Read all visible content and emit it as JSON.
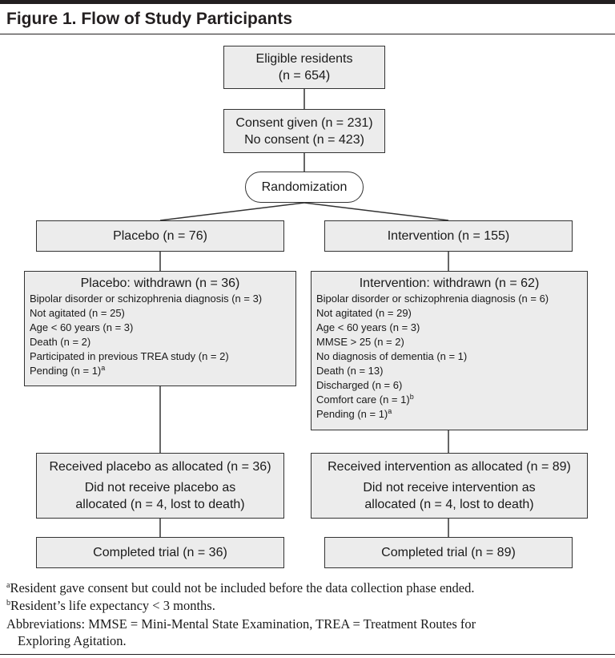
{
  "figure_title": "Figure 1. Flow of Study Participants",
  "eligible": {
    "line1": "Eligible residents",
    "line2": "(n = 654)"
  },
  "consent": {
    "line1": "Consent given (n = 231)",
    "line2": "No consent (n = 423)"
  },
  "randomization": "Randomization",
  "placebo": {
    "arm": "Placebo (n = 76)",
    "withdrawn_title": "Placebo: withdrawn (n = 36)",
    "withdrawn_items": [
      {
        "text": "Bipolar disorder or schizophrenia diagnosis (n = 3)",
        "sup": ""
      },
      {
        "text": "Not agitated (n = 25)",
        "sup": ""
      },
      {
        "text": "Age < 60 years (n = 3)",
        "sup": ""
      },
      {
        "text": "Death (n = 2)",
        "sup": ""
      },
      {
        "text": "Participated in previous TREA study (n = 2)",
        "sup": ""
      },
      {
        "text": "Pending (n = 1)",
        "sup": "a"
      }
    ],
    "received": "Received placebo as allocated (n = 36)",
    "not_received_1": "Did not receive placebo as",
    "not_received_2": "allocated (n = 4, lost to death)",
    "completed": "Completed trial (n = 36)"
  },
  "intervention": {
    "arm": "Intervention (n = 155)",
    "withdrawn_title": "Intervention: withdrawn (n = 62)",
    "withdrawn_items": [
      {
        "text": "Bipolar disorder or schizophrenia diagnosis (n = 6)",
        "sup": ""
      },
      {
        "text": "Not agitated (n = 29)",
        "sup": ""
      },
      {
        "text": "Age < 60 years (n = 3)",
        "sup": ""
      },
      {
        "text": "MMSE > 25 (n = 2)",
        "sup": ""
      },
      {
        "text": "No diagnosis of dementia (n = 1)",
        "sup": ""
      },
      {
        "text": "Death (n = 13)",
        "sup": ""
      },
      {
        "text": "Discharged (n = 6)",
        "sup": ""
      },
      {
        "text": "Comfort care (n = 1)",
        "sup": "b"
      },
      {
        "text": "Pending (n = 1)",
        "sup": "a"
      }
    ],
    "received": "Received intervention as allocated (n = 89)",
    "not_received_1": "Did not receive intervention as",
    "not_received_2": "allocated (n = 4, lost to death)",
    "completed": "Completed trial (n = 89)"
  },
  "footnotes": {
    "a_mark": "a",
    "a_text": "Resident gave consent but could not be included before the data collection phase ended.",
    "b_mark": "b",
    "b_text": "Resident’s life expectancy < 3 months.",
    "abbr_1": "Abbreviations: MMSE = Mini-Mental State Examination, TREA = Treatment Routes for",
    "abbr_2": "Exploring Agitation."
  },
  "colors": {
    "box_fill": "#ececec",
    "border": "#333333",
    "rule": "#231f20"
  }
}
